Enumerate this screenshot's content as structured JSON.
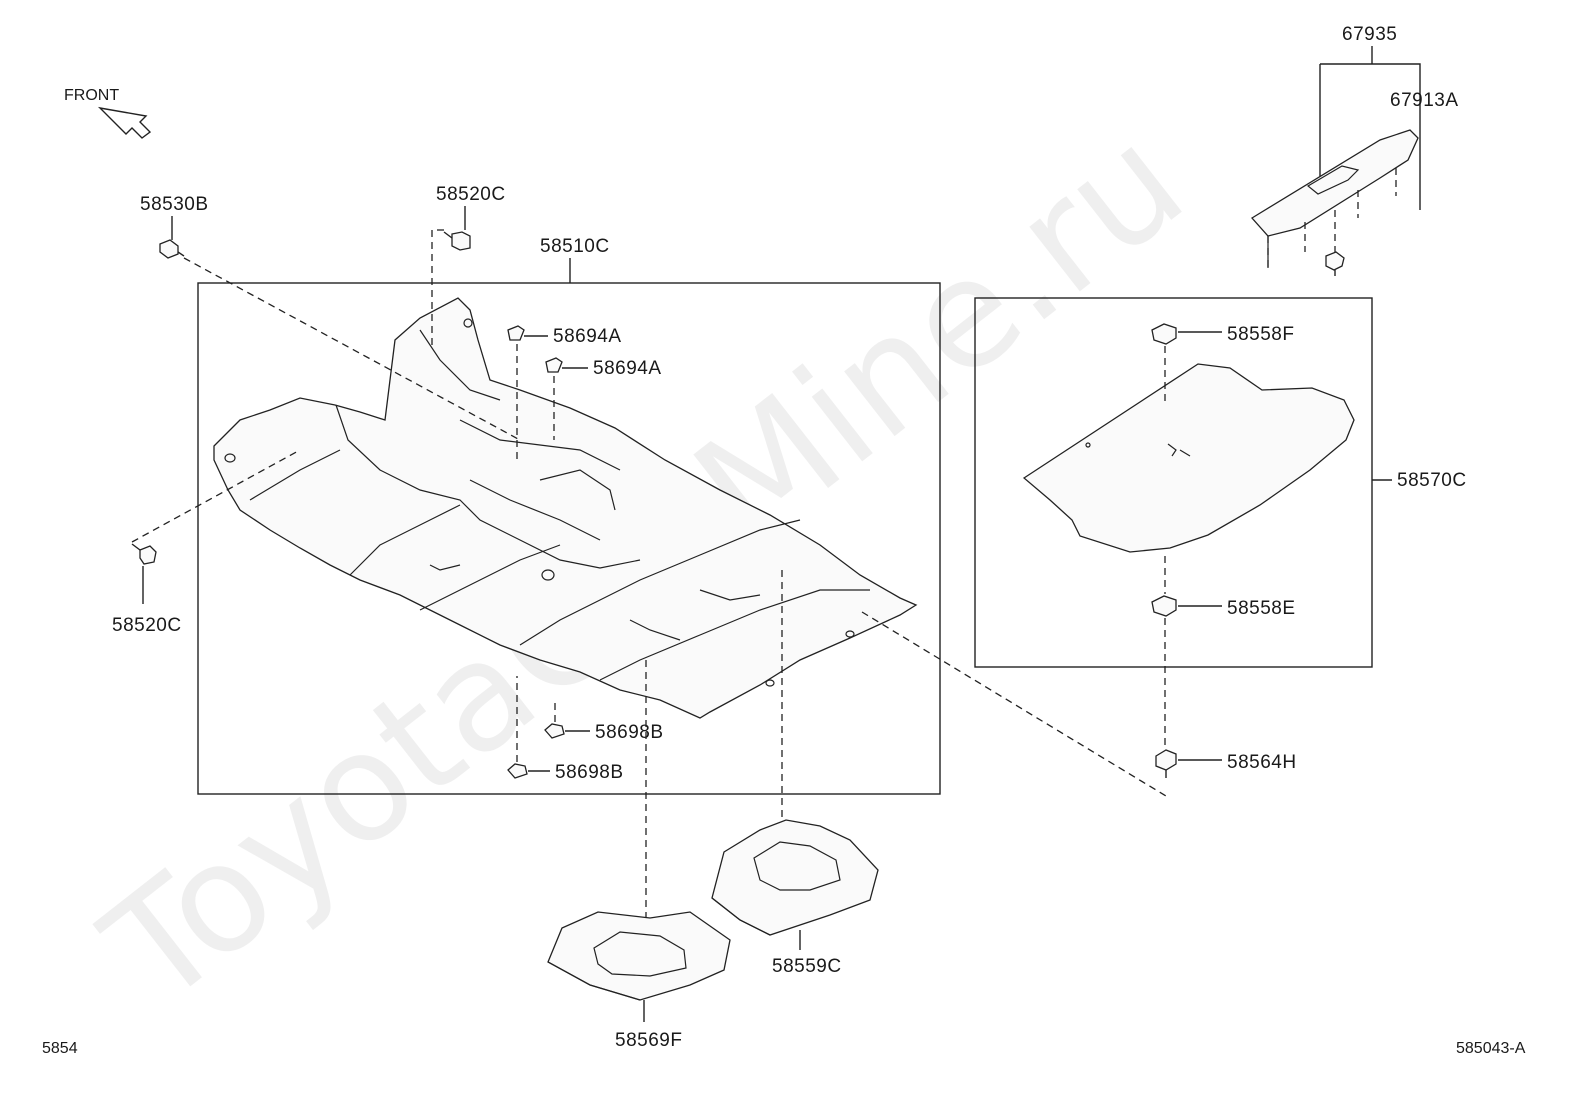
{
  "orientation_label": "FRONT",
  "watermark": "ToyotaCarMine.ru",
  "colors": {
    "line": "#222222",
    "background": "#ffffff"
  },
  "part_numbers": {
    "p67935": "67935",
    "p67913A": "67913A",
    "p58530B": "58530B",
    "p58520C_top": "58520C",
    "p58510C": "58510C",
    "p58694A_1": "58694A",
    "p58694A_2": "58694A",
    "p58558F": "58558F",
    "p58570C": "58570C",
    "p58558E": "58558E",
    "p58520C_left": "58520C",
    "p58698B_1": "58698B",
    "p58698B_2": "58698B",
    "p58564H": "58564H",
    "p58559C": "58559C",
    "p58569F": "58569F"
  },
  "footer": {
    "page_code": "5854",
    "figure_code": "585043-A"
  }
}
